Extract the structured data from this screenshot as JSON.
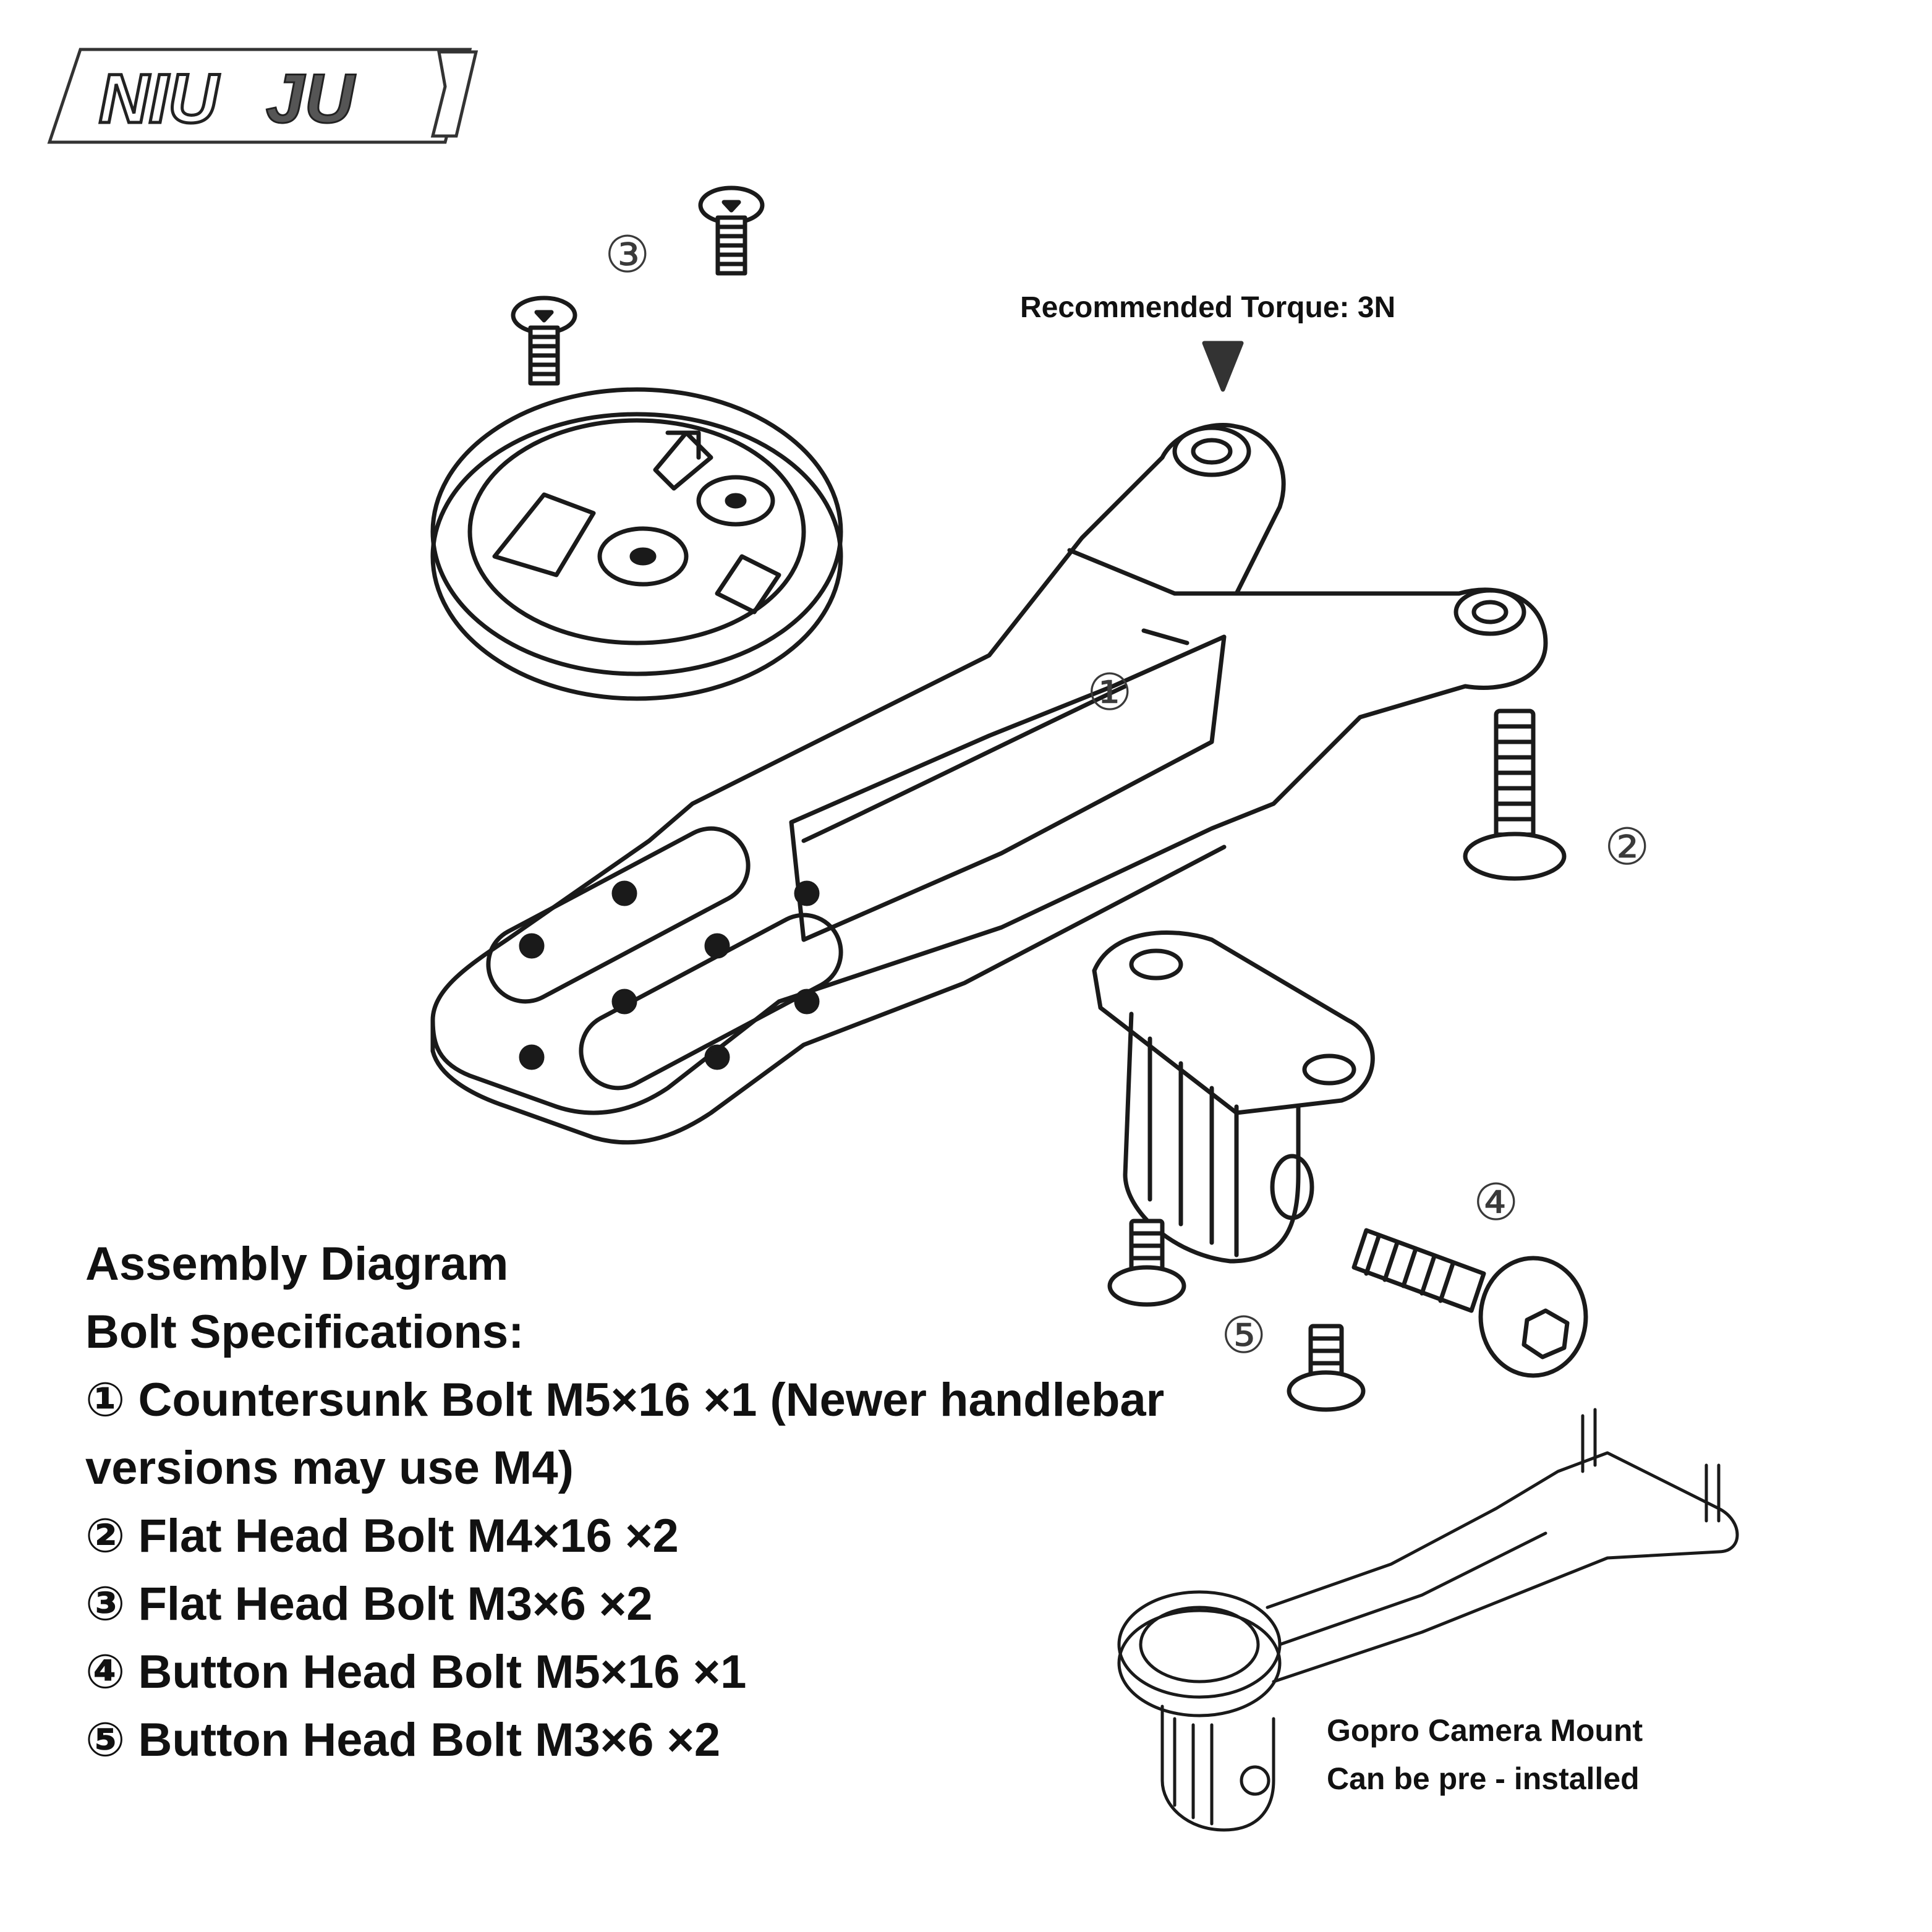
{
  "logo": {
    "text_left": "NIU",
    "text_right": "JU"
  },
  "torque_label": "Recommended Torque: 3N",
  "markers": {
    "m1": "①",
    "m2": "②",
    "m3": "③",
    "m4": "④",
    "m5": "⑤"
  },
  "spec": {
    "title": "Assembly Diagram",
    "subtitle": "Bolt Specifications:",
    "items": [
      "① Countersunk Bolt M5×16 ×1 (Newer handlebar versions may use M4)",
      "② Flat Head Bolt M4×16 ×2",
      "③ Flat Head Bolt M3×6 ×2",
      "④ Button Head Bolt M5×16 ×1",
      "⑤ Button Head Bolt M3×6 ×2"
    ]
  },
  "note": {
    "line1": "Gopro Camera Mount",
    "line2": "Can be pre - installed"
  }
}
